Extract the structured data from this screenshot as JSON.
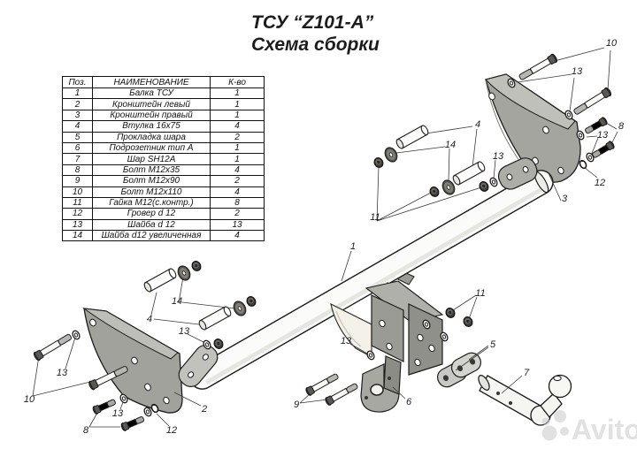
{
  "title": {
    "line1": "ТСУ “Z101-А”",
    "line2": "Схема сборки"
  },
  "parts_table": {
    "headers": [
      "Поз.",
      "НАИМЕНОВАНИЕ",
      "К-во"
    ],
    "rows": [
      [
        "1",
        "Балка ТСУ",
        "1"
      ],
      [
        "2",
        "Кронштейн левый",
        "1"
      ],
      [
        "3",
        "Кронштейн правый",
        "1"
      ],
      [
        "4",
        "Втулка 16х75",
        "4"
      ],
      [
        "5",
        "Прокладка шара",
        "2"
      ],
      [
        "6",
        "Подрозетник тип А",
        "1"
      ],
      [
        "7",
        "Шар SH12A",
        "1"
      ],
      [
        "8",
        "Болт М12х35",
        "4"
      ],
      [
        "9",
        "Болт М12х90",
        "2"
      ],
      [
        "10",
        "Болт М12х110",
        "4"
      ],
      [
        "11",
        "Гайка М12(с.контр.)",
        "8"
      ],
      [
        "12",
        "Гровер d 12",
        "2"
      ],
      [
        "13",
        "Шайба d 12",
        "13"
      ],
      [
        "14",
        "Шайба d12 увеличенная",
        "4"
      ]
    ]
  },
  "callouts": [
    {
      "label": "10"
    },
    {
      "label": "13"
    },
    {
      "label": "8"
    },
    {
      "label": "13"
    },
    {
      "label": "12"
    },
    {
      "label": "4"
    },
    {
      "label": "14"
    },
    {
      "label": "13"
    },
    {
      "label": "3"
    },
    {
      "label": "11"
    },
    {
      "label": "1"
    },
    {
      "label": "14"
    },
    {
      "label": "4"
    },
    {
      "label": "13"
    },
    {
      "label": "11"
    },
    {
      "label": "5"
    },
    {
      "label": "13"
    },
    {
      "label": "7"
    },
    {
      "label": "6"
    },
    {
      "label": "2"
    },
    {
      "label": "9"
    },
    {
      "label": "13"
    },
    {
      "label": "10"
    },
    {
      "label": "13"
    },
    {
      "label": "8"
    },
    {
      "label": "12"
    }
  ],
  "watermark": {
    "text": "Avito"
  },
  "colors": {
    "plate_gray": "#a3a39e",
    "line": "#222222",
    "watermark_gray": "#c9c9c9"
  }
}
